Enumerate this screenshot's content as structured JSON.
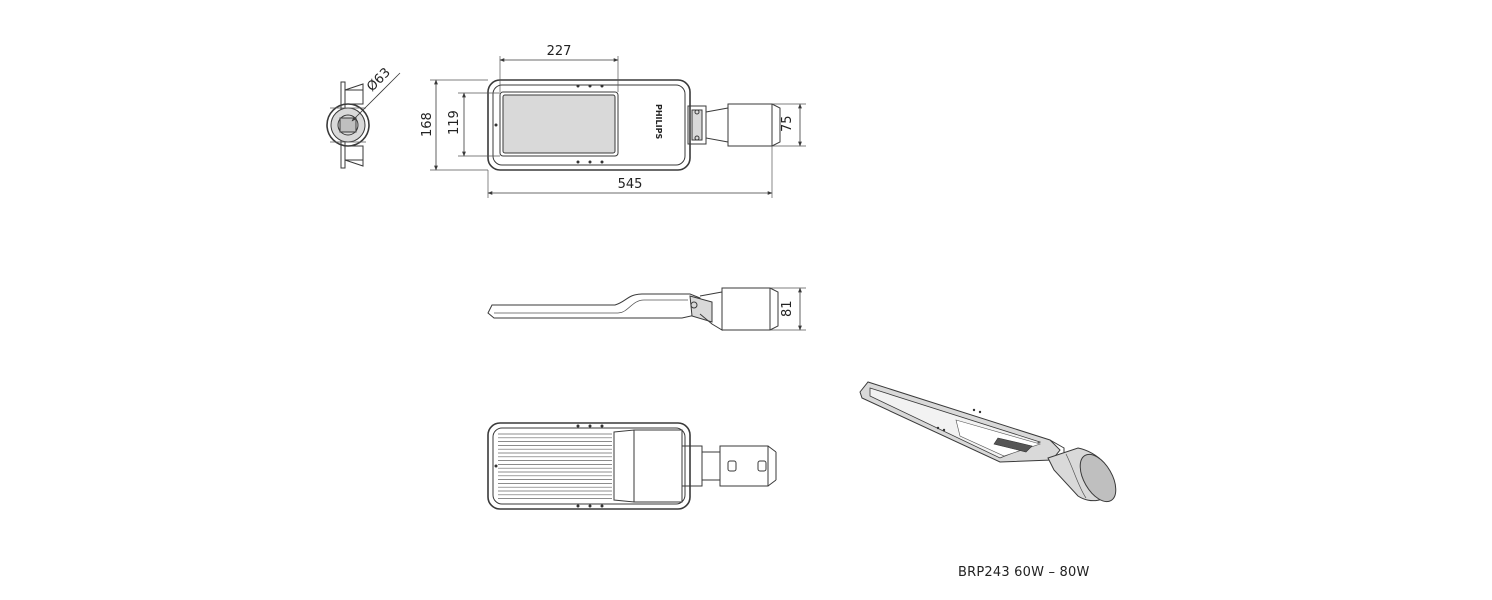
{
  "dimensions": {
    "diameter": "Ø63",
    "top_width": "227",
    "height_outer": "168",
    "height_inner": "119",
    "length": "545",
    "spigot": "75",
    "side_height": "81"
  },
  "brand_mark": "PHILIPS",
  "caption": "BRP243 60W – 80W"
}
